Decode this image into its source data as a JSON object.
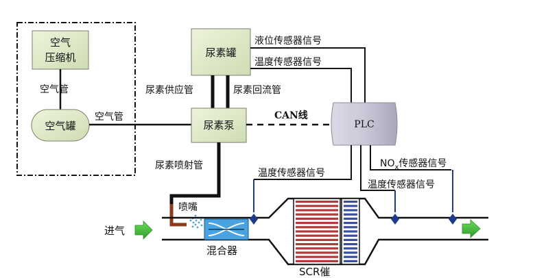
{
  "colors": {
    "box_fill": "#dde8c6",
    "box_stroke": "#7a7f6a",
    "line": "#111111",
    "nozzle": "#8b3a1e",
    "arrow": "#3db53a",
    "mixer": "#4aa3e0",
    "sensor": "#1e3a8a",
    "catalyst_red": "#b33a3a",
    "catalyst_blue": "#3a4fa0"
  },
  "icons": {
    "inlet_arrow": "green-arrow-right-icon",
    "outlet_arrow": "green-arrow-right-icon",
    "sensor": "sensor-probe-icon",
    "mixer": "mixer-icon",
    "nozzle": "nozzle-icon"
  },
  "nodes": {
    "air_compressor_line1": "空气",
    "air_compressor_line2": "压缩机",
    "air_tank": "空气罐",
    "urea_tank": "尿素罐",
    "urea_pump": "尿素泵",
    "plc": "PLC",
    "mixer": "混合器",
    "catalyst": "SCR催"
  },
  "edges": {
    "air_pipe_vertical": "空气管",
    "air_pipe_horizontal": "空气管",
    "urea_supply": "尿素供应管",
    "urea_return": "尿素回流管",
    "can_bus": "CAN线",
    "urea_injection": "尿素喷射管",
    "nozzle": "喷嘴",
    "inlet": "进气"
  },
  "signals": {
    "level_sensor": "液位传感器信号",
    "tank_temp_sensor": "温度传感器信号",
    "inlet_temp_sensor": "温度传感器信号",
    "nox_prefix": "NO",
    "nox_sub": "x",
    "nox_suffix": "传感器信号",
    "outlet_temp_sensor": "温度传感器信号"
  }
}
